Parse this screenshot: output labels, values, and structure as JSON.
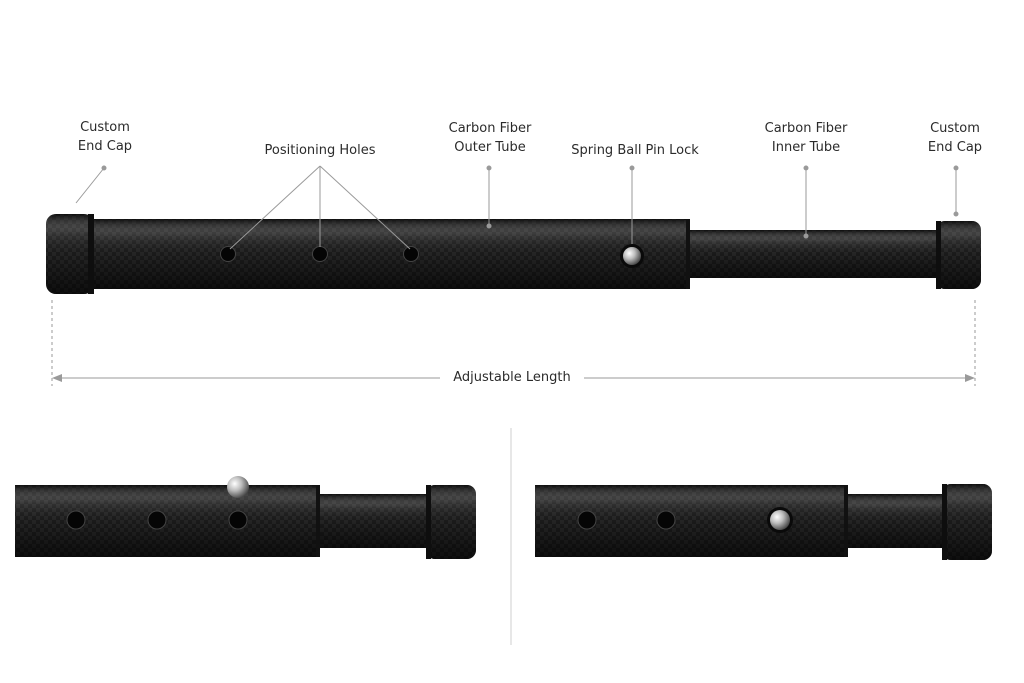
{
  "labels": {
    "end_cap_left": [
      "Custom",
      "End Cap"
    ],
    "positioning_holes": "Positioning Holes",
    "outer_tube": [
      "Carbon Fiber",
      "Outer Tube"
    ],
    "spring_ball_pin": "Spring Ball Pin Lock",
    "inner_tube": [
      "Carbon Fiber",
      "Inner Tube"
    ],
    "end_cap_right": [
      "Custom",
      "End Cap"
    ],
    "dimension": "Adjustable Length"
  },
  "colors": {
    "carbon_dark": "#141414",
    "carbon_mid": "#2a2a2a",
    "carbon_light": "#3a3a3a",
    "leader_line": "#9a9a9a",
    "text": "#2b2b2b",
    "background": "#ffffff"
  }
}
